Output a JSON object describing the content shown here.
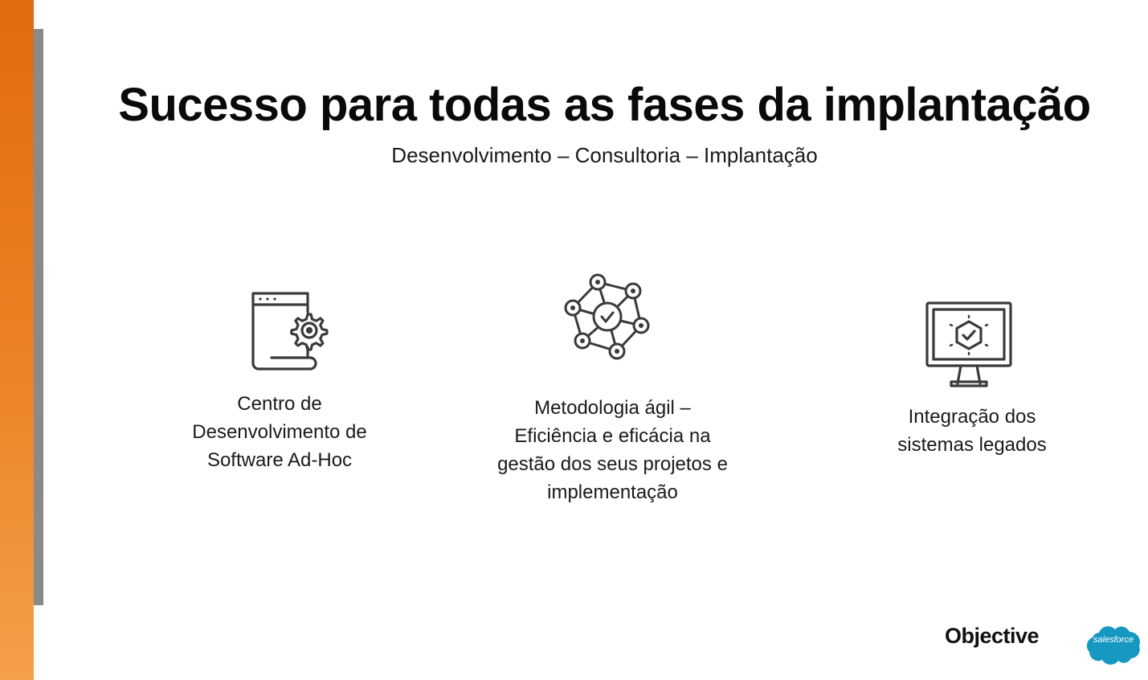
{
  "slide": {
    "title": "Sucesso para todas as fases da implantação",
    "subtitle": "Desenvolvimento  – Consultoria – Implantação"
  },
  "features": [
    {
      "icon": "software-gear-icon",
      "lines": [
        "Centro de",
        "Desenvolvimento de",
        "Software Ad-Hoc"
      ]
    },
    {
      "icon": "agile-network-icon",
      "lines": [
        "Metodologia ágil –",
        "Eficiência e eficácia na",
        "gestão dos seus projetos e",
        "implementação"
      ]
    },
    {
      "icon": "monitor-integration-icon",
      "lines": [
        "Integração dos",
        "sistemas legados"
      ]
    }
  ],
  "logos": {
    "objective": "Objective",
    "salesforce": "salesforce"
  },
  "colors": {
    "accent_bar": "#e9781c",
    "shadow": "#8a8a8a",
    "icon_stroke": "#3a3a3a",
    "salesforce_blue": "#1798c1"
  }
}
